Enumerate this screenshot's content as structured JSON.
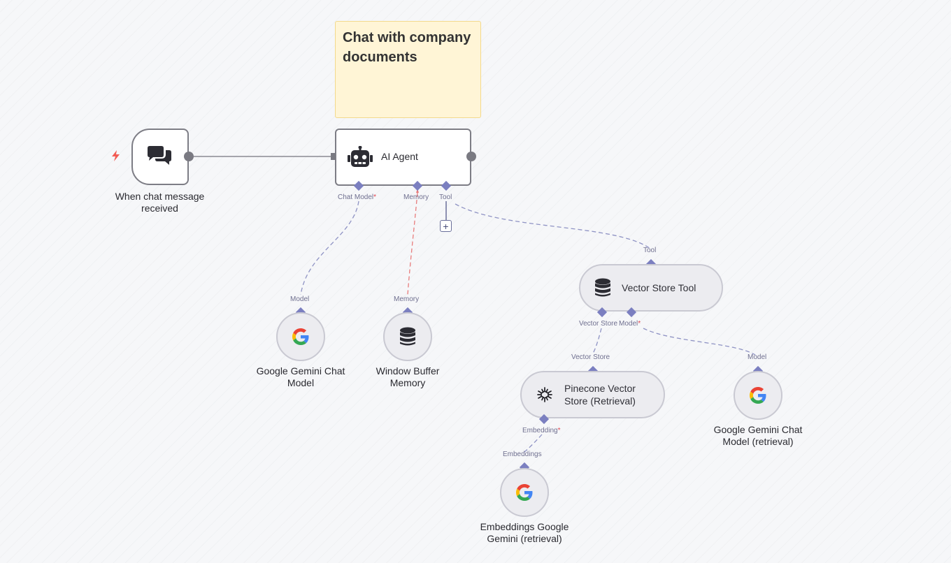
{
  "sticky_note": {
    "text": "Chat with company documents"
  },
  "nodes": {
    "trigger": {
      "label": "When chat message received",
      "icon": "chat-bubbles-icon"
    },
    "agent": {
      "label": "AI Agent",
      "icon": "robot-icon"
    },
    "gemini_chat": {
      "label": "Google Gemini Chat Model",
      "icon": "google-g-icon"
    },
    "memory": {
      "label": "Window Buffer Memory",
      "icon": "database-icon"
    },
    "vector_tool": {
      "label": "Vector Store Tool",
      "icon": "database-icon"
    },
    "pinecone": {
      "label": "Pinecone Vector Store (Retrieval)",
      "icon": "pinecone-icon"
    },
    "gemini_retrieval": {
      "label": "Google Gemini Chat Model (retrieval)",
      "icon": "google-g-icon"
    },
    "embeddings": {
      "label": "Embeddings Google Gemini (retrieval)",
      "icon": "google-g-icon"
    }
  },
  "ports": {
    "chat_model": "Chat Model",
    "memory": "Memory",
    "tool": "Tool",
    "model": "Model",
    "memory_in": "Memory",
    "tool_in": "Tool",
    "vector_store_out": "Vector Store",
    "model_out": "Model",
    "vector_store_in": "Vector Store",
    "model_in": "Model",
    "embedding": "Embedding",
    "embeddings_in": "Embeddings",
    "required_mark": "*"
  },
  "plus_button": {
    "label": "+"
  },
  "colors": {
    "port_diamond": "#7b7fc0",
    "dashed_connection": "#8f93c4",
    "memory_connection": "#e87c7c",
    "required": "#e0444f",
    "sticky_background": "#fff5d6",
    "trigger_bolt": "#f25c54"
  }
}
